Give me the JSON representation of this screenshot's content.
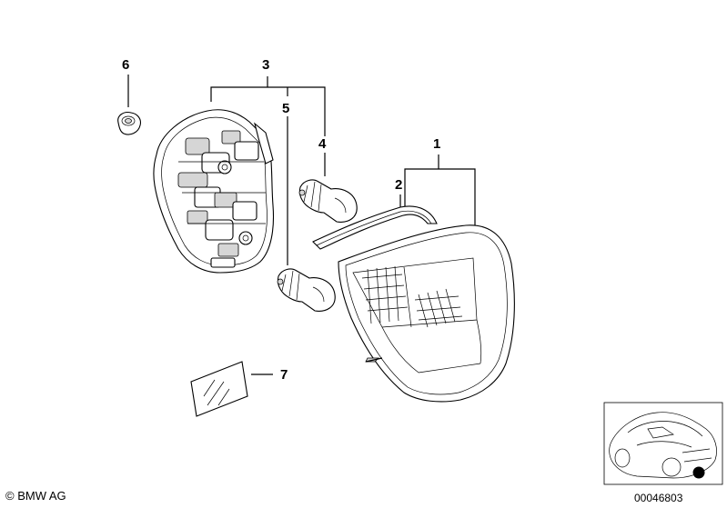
{
  "callouts": {
    "c1": "1",
    "c2": "2",
    "c3": "3",
    "c4": "4",
    "c5": "5",
    "c6": "6",
    "c7": "7"
  },
  "footer": {
    "copyright": "© BMW AG",
    "doc_number": "00046803"
  },
  "colors": {
    "ink": "#000000",
    "background": "#ffffff",
    "marker": "#000000"
  }
}
